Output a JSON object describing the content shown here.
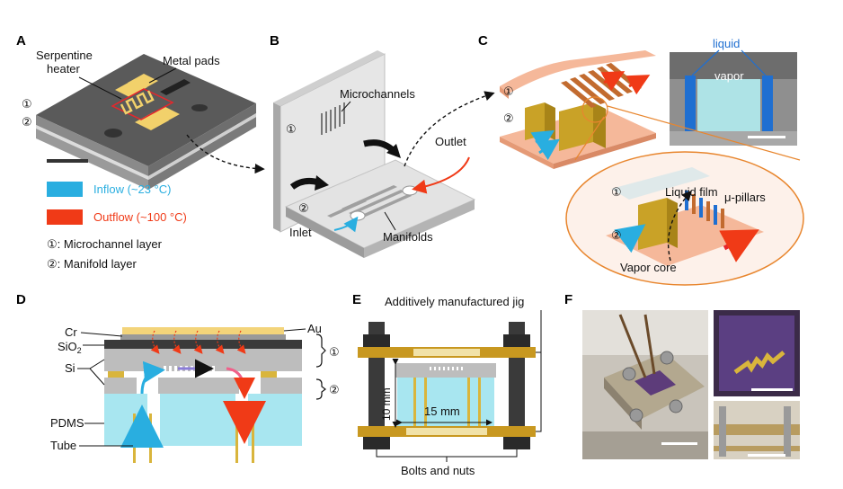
{
  "colors": {
    "inflow": "#29aee0",
    "outflow": "#f03a17",
    "gold": "#d9b53c",
    "copper": "#e08a4c",
    "grey": "#bdbdbd",
    "dark": "#3a3a3a",
    "pdms": "#a8e6f0"
  },
  "panels": {
    "a": "A",
    "b": "B",
    "c": "C",
    "d": "D",
    "e": "E",
    "f": "F"
  },
  "circled": {
    "one": "①",
    "two": "②"
  },
  "panelA": {
    "serpentine_line1": "Serpentine",
    "serpentine_line2": "heater",
    "metal_pads": "Metal pads"
  },
  "legend": {
    "inflow": "Inflow (~23 °C)",
    "outflow": "Outflow (~100 °C)",
    "layer1": "①: Microchannel layer",
    "layer2": "②: Manifold layer"
  },
  "panelB": {
    "microchannels": "Microchannels",
    "outlet": "Outlet",
    "inlet": "Inlet",
    "manifolds": "Manifolds"
  },
  "panelC": {
    "liquid": "liquid",
    "vapor": "vapor",
    "liquid_film": "Liquid film",
    "pillars": "μ-pillars",
    "vapor_core": "Vapor core"
  },
  "panelD": {
    "cr": "Cr",
    "au": "Au",
    "sio2": "SiO",
    "sio2_sub": "2",
    "si": "Si",
    "pdms": "PDMS",
    "tube": "Tube"
  },
  "panelE": {
    "jig": "Additively manufactured jig",
    "height": "10 mm",
    "width": "15 mm",
    "bolts": "Bolts and nuts"
  }
}
